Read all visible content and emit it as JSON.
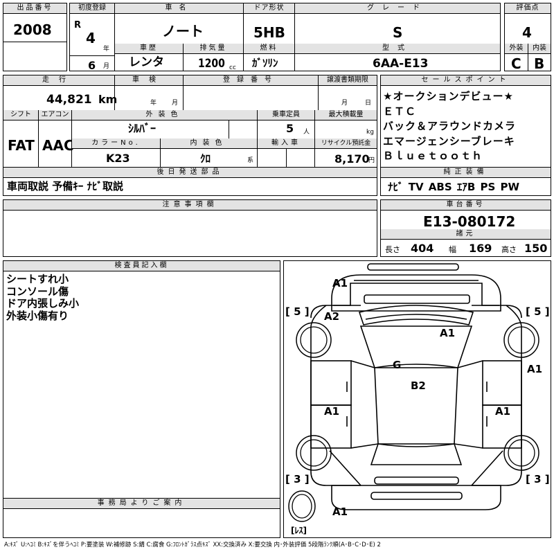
{
  "header": {
    "listing_number_label": "出品番号",
    "listing_number": "2008",
    "first_reg_label": "初度登録",
    "era": "R",
    "reg_year": "4",
    "year_unit": "年",
    "reg_month": "6",
    "month_unit": "月",
    "car_name_label": "車名",
    "car_name": "ノート",
    "history_label": "車歴",
    "history": "レンタ",
    "displacement_label": "排気量",
    "displacement": "1200",
    "displacement_unit": "cc",
    "door_label": "ドア形状",
    "door": "5HB",
    "fuel_label": "燃料",
    "fuel": "ｶﾞｿﾘﾝ",
    "grade_label": "グレード",
    "grade": "S",
    "model_label": "型式",
    "model": "6AA-E13",
    "score_label": "評価点",
    "score": "4",
    "exterior_label": "外装",
    "exterior": "C",
    "interior_label": "内装",
    "interior": "B"
  },
  "specs": {
    "mileage_label": "走行",
    "mileage": "44,821",
    "mileage_unit": "km",
    "inspection_label": "車検",
    "year_unit": "年",
    "month_unit": "月",
    "plate_label": "登録番号",
    "transfer_label": "譲渡書類期限",
    "transfer_month": "月",
    "transfer_day": "日",
    "shift_label": "シフト",
    "shift": "FAT",
    "ac_label": "エアコン",
    "ac": "AAC",
    "ext_color_label": "外装色",
    "ext_color": "ｼﾙﾊﾞｰ",
    "capacity_label": "乗車定員",
    "capacity": "5",
    "capacity_unit": "人",
    "max_load_label": "最大積載量",
    "max_load_unit": "kg",
    "color_no_label": "カラーNo.",
    "color_no": "K23",
    "int_color_label": "内装色",
    "int_color": "ｸﾛ",
    "int_color_unit": "系",
    "import_label": "輸入車",
    "recycle_label": "リサイクル預託金",
    "recycle": "8,170",
    "recycle_unit": "円"
  },
  "sales": {
    "label": "セールスポイント",
    "items": [
      "★オークションデビュー★",
      "ＥＴＣ",
      "バック＆アラウンドカメラ",
      "エマージェンシーブレーキ",
      "Ｂｌｕｅｔｏｏｔｈ"
    ]
  },
  "later_parts": {
    "label": "後日発送部品",
    "text": "車両取説 予備ｷｰ ﾅﾋﾞ取説"
  },
  "equipment": {
    "label": "純正装備",
    "text": "ﾅﾋﾞ  TV  ABS  ｴｱB  PS  PW"
  },
  "notes": {
    "label": "注意事項欄"
  },
  "chassis": {
    "label": "車台番号",
    "number": "E13-080172"
  },
  "dimensions": {
    "label": "諸元",
    "length_label": "長さ",
    "length": "404",
    "width_label": "幅",
    "width": "169",
    "height_label": "高さ",
    "height": "150"
  },
  "inspector": {
    "label": "検査員記入欄",
    "lines": [
      "シートすれ小",
      "コンソール傷",
      "ドア内張しみ小",
      "外装小傷有り"
    ]
  },
  "office": {
    "label": "事務局よりご案内"
  },
  "diagram": {
    "top_left": "[ 5 ]",
    "top_right": "[ 5 ]",
    "bottom_left": "[ 3 ]",
    "bottom_right": "[ 3 ]",
    "spare": "[ﾚｽ]",
    "marks": [
      "A1",
      "A2",
      "A1",
      "A1",
      "G",
      "B2",
      "A1",
      "A1",
      "A1"
    ]
  },
  "legend": "A:ｷｽﾞ U:ﾍｺﾐ B:ｷｽﾞを伴うﾍｺﾐ P:要塗装 W:補修跡 S:錆 C:腐食 G:ﾌﾛﾝﾄｶﾞﾗｽ点ｷｽﾞ XX:交換済み X:要交換  内･外装評価 5段階ﾗﾝｸ順(A･B･C･D･E) 2"
}
